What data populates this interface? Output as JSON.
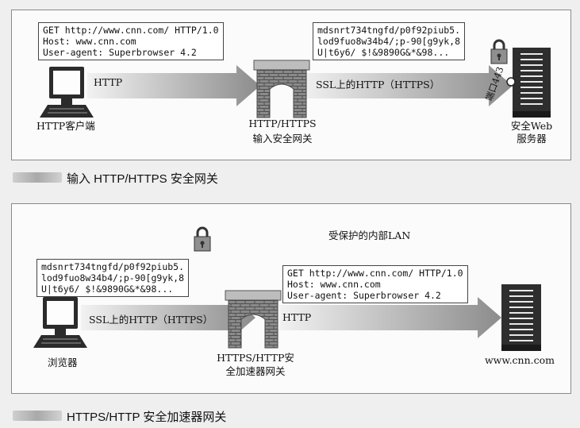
{
  "figure1": {
    "request_text": "GET http://www.cnn.com/ HTTP/1.0\nHost: www.cnn.com\nUser-agent: Superbrowser 4.2",
    "encrypted_text": "mdsnrt734tngfd/p0f92piub5.\nlod9fuo8w34b4/;p-90[g9yk,8\nU|t6y6/ $!&9890G&*&98...",
    "client_label": "HTTP客户端",
    "http_arrow_label": "HTTP",
    "gateway_label_line1": "HTTP/HTTPS",
    "gateway_label_line2": "输入安全网关",
    "ssl_arrow_label": "SSL上的HTTP（HTTPS）",
    "port_label": "端口443",
    "server_label_line1": "安全Web",
    "server_label_line2": "服务器",
    "caption": "输入 HTTP/HTTPS 安全网关"
  },
  "figure2": {
    "protected_lan_label": "受保护的内部LAN",
    "encrypted_text": "mdsnrt734tngfd/p0f92piub5.\nlod9fuo8w34b4/;p-90[g9yk,8\nU|t6y6/ $!&9890G&*&98...",
    "request_text": "GET http://www.cnn.com/ HTTP/1.0\nHost: www.cnn.com\nUser-agent: Superbrowser 4.2",
    "ssl_arrow_label": "SSL上的HTTP（HTTPS）",
    "http_arrow_label": "HTTP",
    "browser_label": "浏览器",
    "gateway_label_line1": "HTTPS/HTTP安",
    "gateway_label_line2": "全加速器网关",
    "server_label": "www.cnn.com",
    "caption": "HTTPS/HTTP 安全加速器网关"
  }
}
